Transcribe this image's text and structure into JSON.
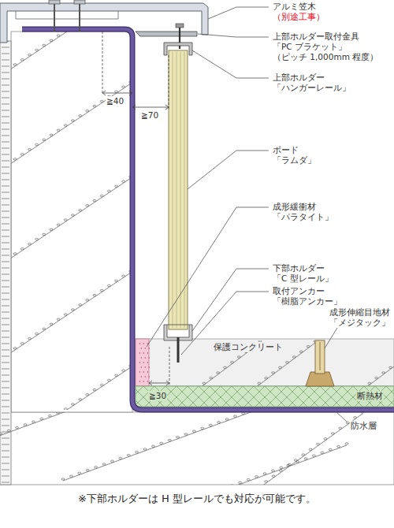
{
  "diagram": {
    "caption": "※下部ホルダーは H 型レールでも対応が可能です。",
    "labels": [
      "アルミ笠木",
      "（別途工事）",
      "上部ホルダー取付金具",
      "「PC ブラケット」",
      "（ピッチ 1,000mm 程度）",
      "上部ホルダー",
      "「ハンガーレール」",
      "ボード",
      "「ラムダ」",
      "成形緩衝材",
      "「パラタイト」",
      "下部ホルダー",
      "「C 型レール」",
      "取付アンカー",
      "「樹脂アンカー」",
      "成形伸縮目地材",
      "「メジタック」",
      "保護コンクリート",
      "断熱材",
      "防水層",
      "≧40",
      "≧70",
      "≧30"
    ]
  }
}
